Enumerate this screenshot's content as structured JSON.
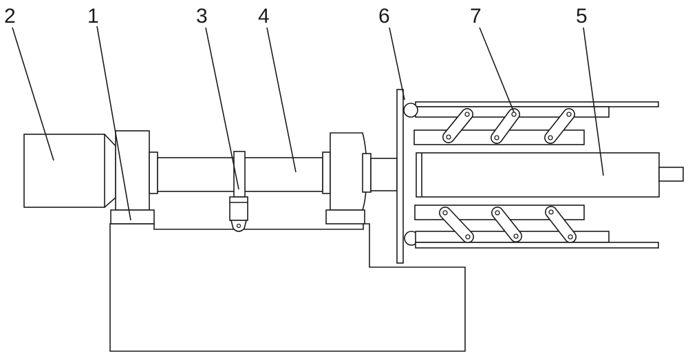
{
  "labels": {
    "label_1": "1",
    "label_2": "2",
    "label_3": "3",
    "label_4": "4",
    "label_5": "5",
    "label_6": "6",
    "label_7": "7"
  },
  "colors": {
    "line": "#1a1a1a",
    "background": "#ffffff"
  }
}
